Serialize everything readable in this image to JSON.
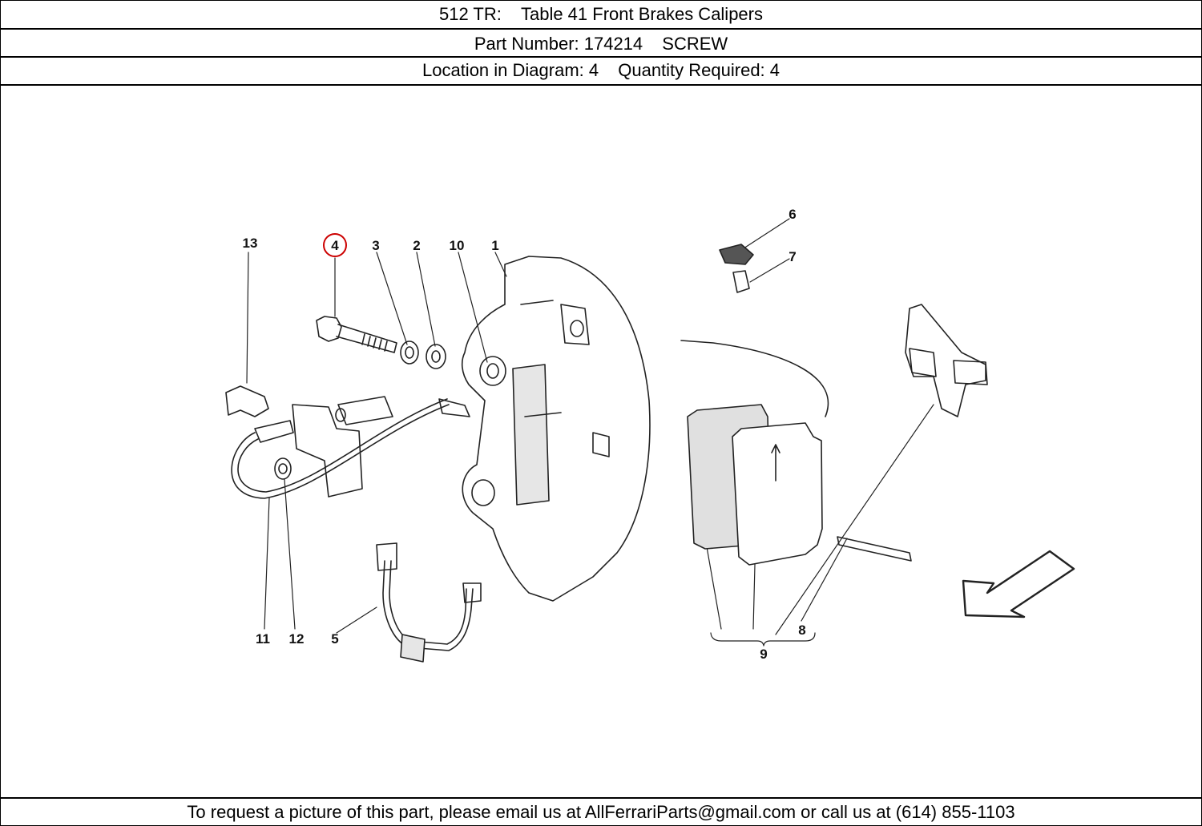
{
  "header": {
    "model": "512 TR:",
    "table": "Table 41 Front Brakes Calipers",
    "part_number_label": "Part Number: 174214",
    "part_name": "SCREW",
    "location_label": "Location in Diagram: 4",
    "quantity_label": "Quantity Required: 4"
  },
  "diagram": {
    "callouts": [
      "13",
      "4",
      "3",
      "2",
      "10",
      "1",
      "6",
      "7",
      "11",
      "12",
      "5",
      "9",
      "8"
    ],
    "highlighted_callout": "4",
    "highlight_color": "#cc0000"
  },
  "footer": {
    "text": "To request a picture of this part, please email us at AllFerrariParts@gmail.com or call us at (614) 855-1103"
  }
}
